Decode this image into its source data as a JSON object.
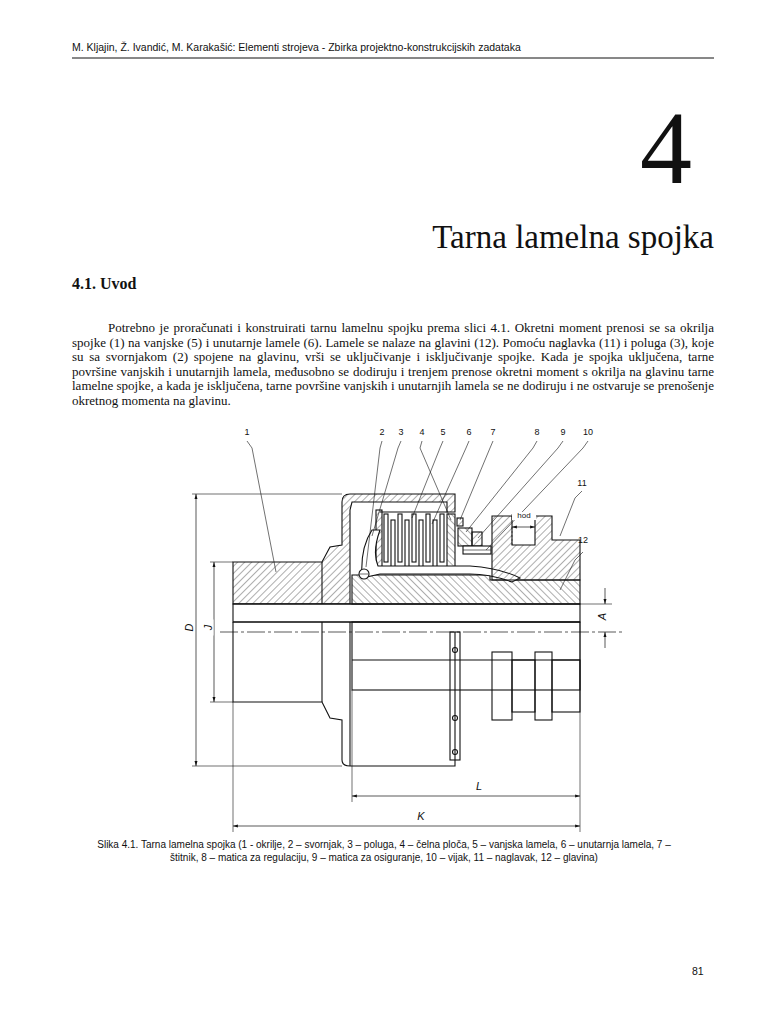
{
  "diagram": {
    "title": "Tarna lamelna spojka",
    "caption": "Slika 4.1. Tarna lamelna spojka (1 - okrilje, 2 – svornjak, 3 – poluga, 4 – čelna ploča, 5 – vanjska lamela, 6 – unutarnja lamela, 7 – štitnik, 8 – matica za regulaciju, 9 – matica za osiguranje, 10 – vijak, 11 – naglavak, 12 – glavina)",
    "labels": [
      "M. Kljajin, Ž. Ivandić, M. Karakašić: Elementi strojeva - Zbirka projektno-konstrukcijskih zadataka",
      "4",
      "4.1. Uvod",
      "Potrebno je proračunati i konstruirati tarnu lamelnu spojku prema slici 4.1. Okretni moment prenosi se sa okrilja spojke (1) na vanjske (5) i unutarnje lamele (6). Lamele se nalaze na glavini (12). Pomoću naglavka (11) i poluga (3), koje su sa svornjakom (2) spojene na glavinu, vrši se uključivanje i isključivanje spojke. Kada je spojka uključena, tarne površine vanjskih i unutarnjih lamela, međusobno se dodiruju i trenjem prenose okretni moment s okrilja na glavinu tarne lamelne spojke, a kada je isključena, tarne površine vanjskih i unutarnjih lamela se ne dodiruju i ne ostvaruje se prenošenje okretnog momenta na glavinu.",
      "1",
      "2",
      "3",
      "4",
      "5",
      "6",
      "7",
      "8",
      "9",
      "10",
      "11",
      "12",
      "hod",
      "D",
      "J",
      "A",
      "L",
      "K",
      "81"
    ]
  }
}
